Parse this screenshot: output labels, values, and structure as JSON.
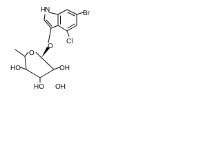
{
  "molecule": {
    "labels": {
      "nh": "H",
      "n": "N",
      "br": "Br",
      "cl": "Cl",
      "o_link": "O",
      "o_ring": "O",
      "oh_c2": "OH",
      "ho_c3": "HO",
      "ho_c4": "HO",
      "oh_c5": "OH"
    }
  }
}
